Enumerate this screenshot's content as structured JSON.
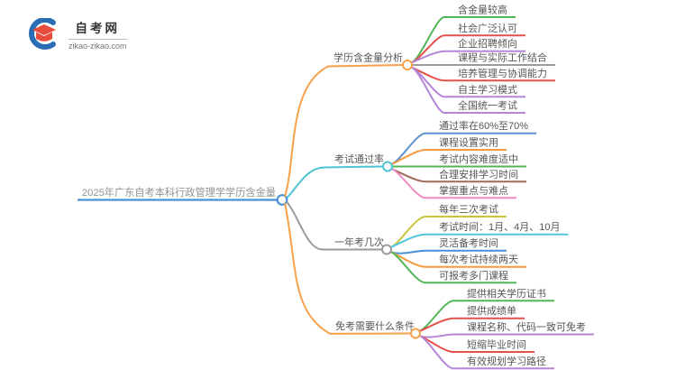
{
  "logo": {
    "title": "自考网",
    "subtitle": "zikao-zikao.com"
  },
  "root": {
    "label": "2025年广东自考本科行政管理学学历含金量",
    "color": "#4a90d9"
  },
  "branches": [
    {
      "label": "学历含金量分析",
      "color": "#f7a24a",
      "children": [
        {
          "label": "含金量较高",
          "color": "#53b558"
        },
        {
          "label": "社会广泛认可",
          "color": "#e4504a"
        },
        {
          "label": "企业招聘倾向",
          "color": "#b585d8"
        },
        {
          "label": "课程与实际工作结合",
          "color": "#9b9b9b"
        },
        {
          "label": "培养管理与协调能力",
          "color": "#e4504a"
        },
        {
          "label": "自主学习模式",
          "color": "#b585d8"
        },
        {
          "label": "全国统一考试",
          "color": "#b585d8"
        }
      ]
    },
    {
      "label": "考试通过率",
      "color": "#4ec3d4",
      "children": [
        {
          "label": "通过率在60%至70%",
          "color": "#5b93d3"
        },
        {
          "label": "课程设置实用",
          "color": "#f59a3e"
        },
        {
          "label": "考试内容难度适中",
          "color": "#53b558"
        },
        {
          "label": "合理安排学习时间",
          "color": "#9f6b5a"
        },
        {
          "label": "掌握重点与难点",
          "color": "#ef8bc3"
        }
      ]
    },
    {
      "label": "一年考几次",
      "color": "#9b9b9b",
      "children": [
        {
          "label": "每年三次考试",
          "color": "#c9c53b"
        },
        {
          "label": "考试时间：1月、4月、10月",
          "color": "#4fc7e0"
        },
        {
          "label": "灵活备考时间",
          "color": "#4a90d9"
        },
        {
          "label": "每次考试持续两天",
          "color": "#f59a3e"
        },
        {
          "label": "可报考多门课程",
          "color": "#53b558"
        }
      ]
    },
    {
      "label": "免考需要什么条件",
      "color": "#f7a24a",
      "children": [
        {
          "label": "提供相关学历证书",
          "color": "#53b558"
        },
        {
          "label": "提供成绩单",
          "color": "#e4504a"
        },
        {
          "label": "课程名称、代码一致可免考",
          "color": "#b585d8"
        },
        {
          "label": "短缩毕业时间",
          "color": "#e4504a"
        },
        {
          "label": "有效规划学习路径",
          "color": "#b585d8"
        }
      ]
    }
  ]
}
